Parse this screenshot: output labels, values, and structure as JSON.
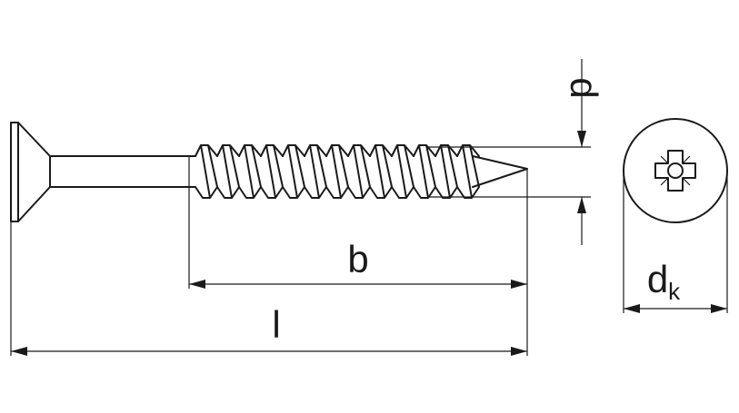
{
  "labels": {
    "thread_length": "b",
    "total_length": "l",
    "diameter": "d",
    "head_diameter": "d",
    "head_diameter_subscript": "k"
  },
  "colors": {
    "stroke": "#1a1a1a",
    "background": "#ffffff"
  }
}
